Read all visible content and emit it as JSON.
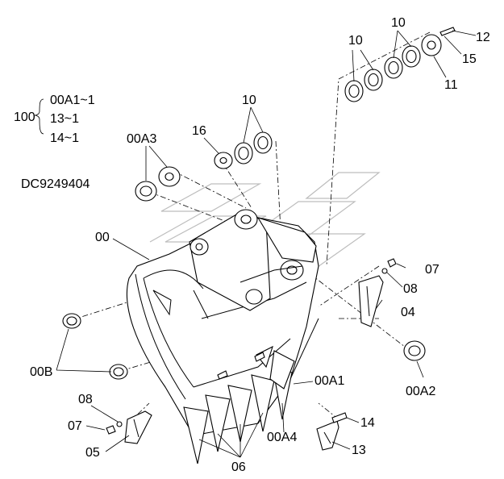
{
  "drawing": {
    "code": "DC9249404",
    "assembly": {
      "qty": "100",
      "items": [
        "00A1~1",
        "13~1",
        "14~1"
      ]
    }
  },
  "callouts": [
    {
      "id": "c-12",
      "text": "12"
    },
    {
      "id": "c-15",
      "text": "15"
    },
    {
      "id": "c-11",
      "text": "11"
    },
    {
      "id": "c-10a",
      "text": "10"
    },
    {
      "id": "c-10b",
      "text": "10"
    },
    {
      "id": "c-10c",
      "text": "10"
    },
    {
      "id": "c-16",
      "text": "16"
    },
    {
      "id": "c-00A3",
      "text": "00A3"
    },
    {
      "id": "c-00",
      "text": "00"
    },
    {
      "id": "c-07r",
      "text": "07"
    },
    {
      "id": "c-08r",
      "text": "08"
    },
    {
      "id": "c-04",
      "text": "04"
    },
    {
      "id": "c-00A2",
      "text": "00A2"
    },
    {
      "id": "c-00B",
      "text": "00B"
    },
    {
      "id": "c-00A1",
      "text": "00A1"
    },
    {
      "id": "c-08l",
      "text": "08"
    },
    {
      "id": "c-07l",
      "text": "07"
    },
    {
      "id": "c-05",
      "text": "05"
    },
    {
      "id": "c-06",
      "text": "06"
    },
    {
      "id": "c-00A4",
      "text": "00A4"
    },
    {
      "id": "c-14",
      "text": "14"
    },
    {
      "id": "c-13",
      "text": "13"
    }
  ]
}
